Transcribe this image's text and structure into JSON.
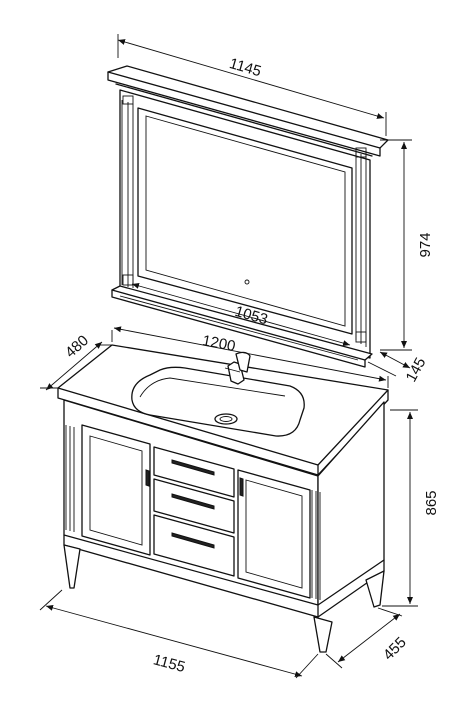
{
  "dimensions": {
    "mirror_width": "1145",
    "mirror_height": "974",
    "mirror_inner_width": "1053",
    "mirror_depth": "145",
    "top_depth": "480",
    "top_width": "1200",
    "cabinet_height": "865",
    "cabinet_width": "1155",
    "cabinet_depth": "455"
  }
}
